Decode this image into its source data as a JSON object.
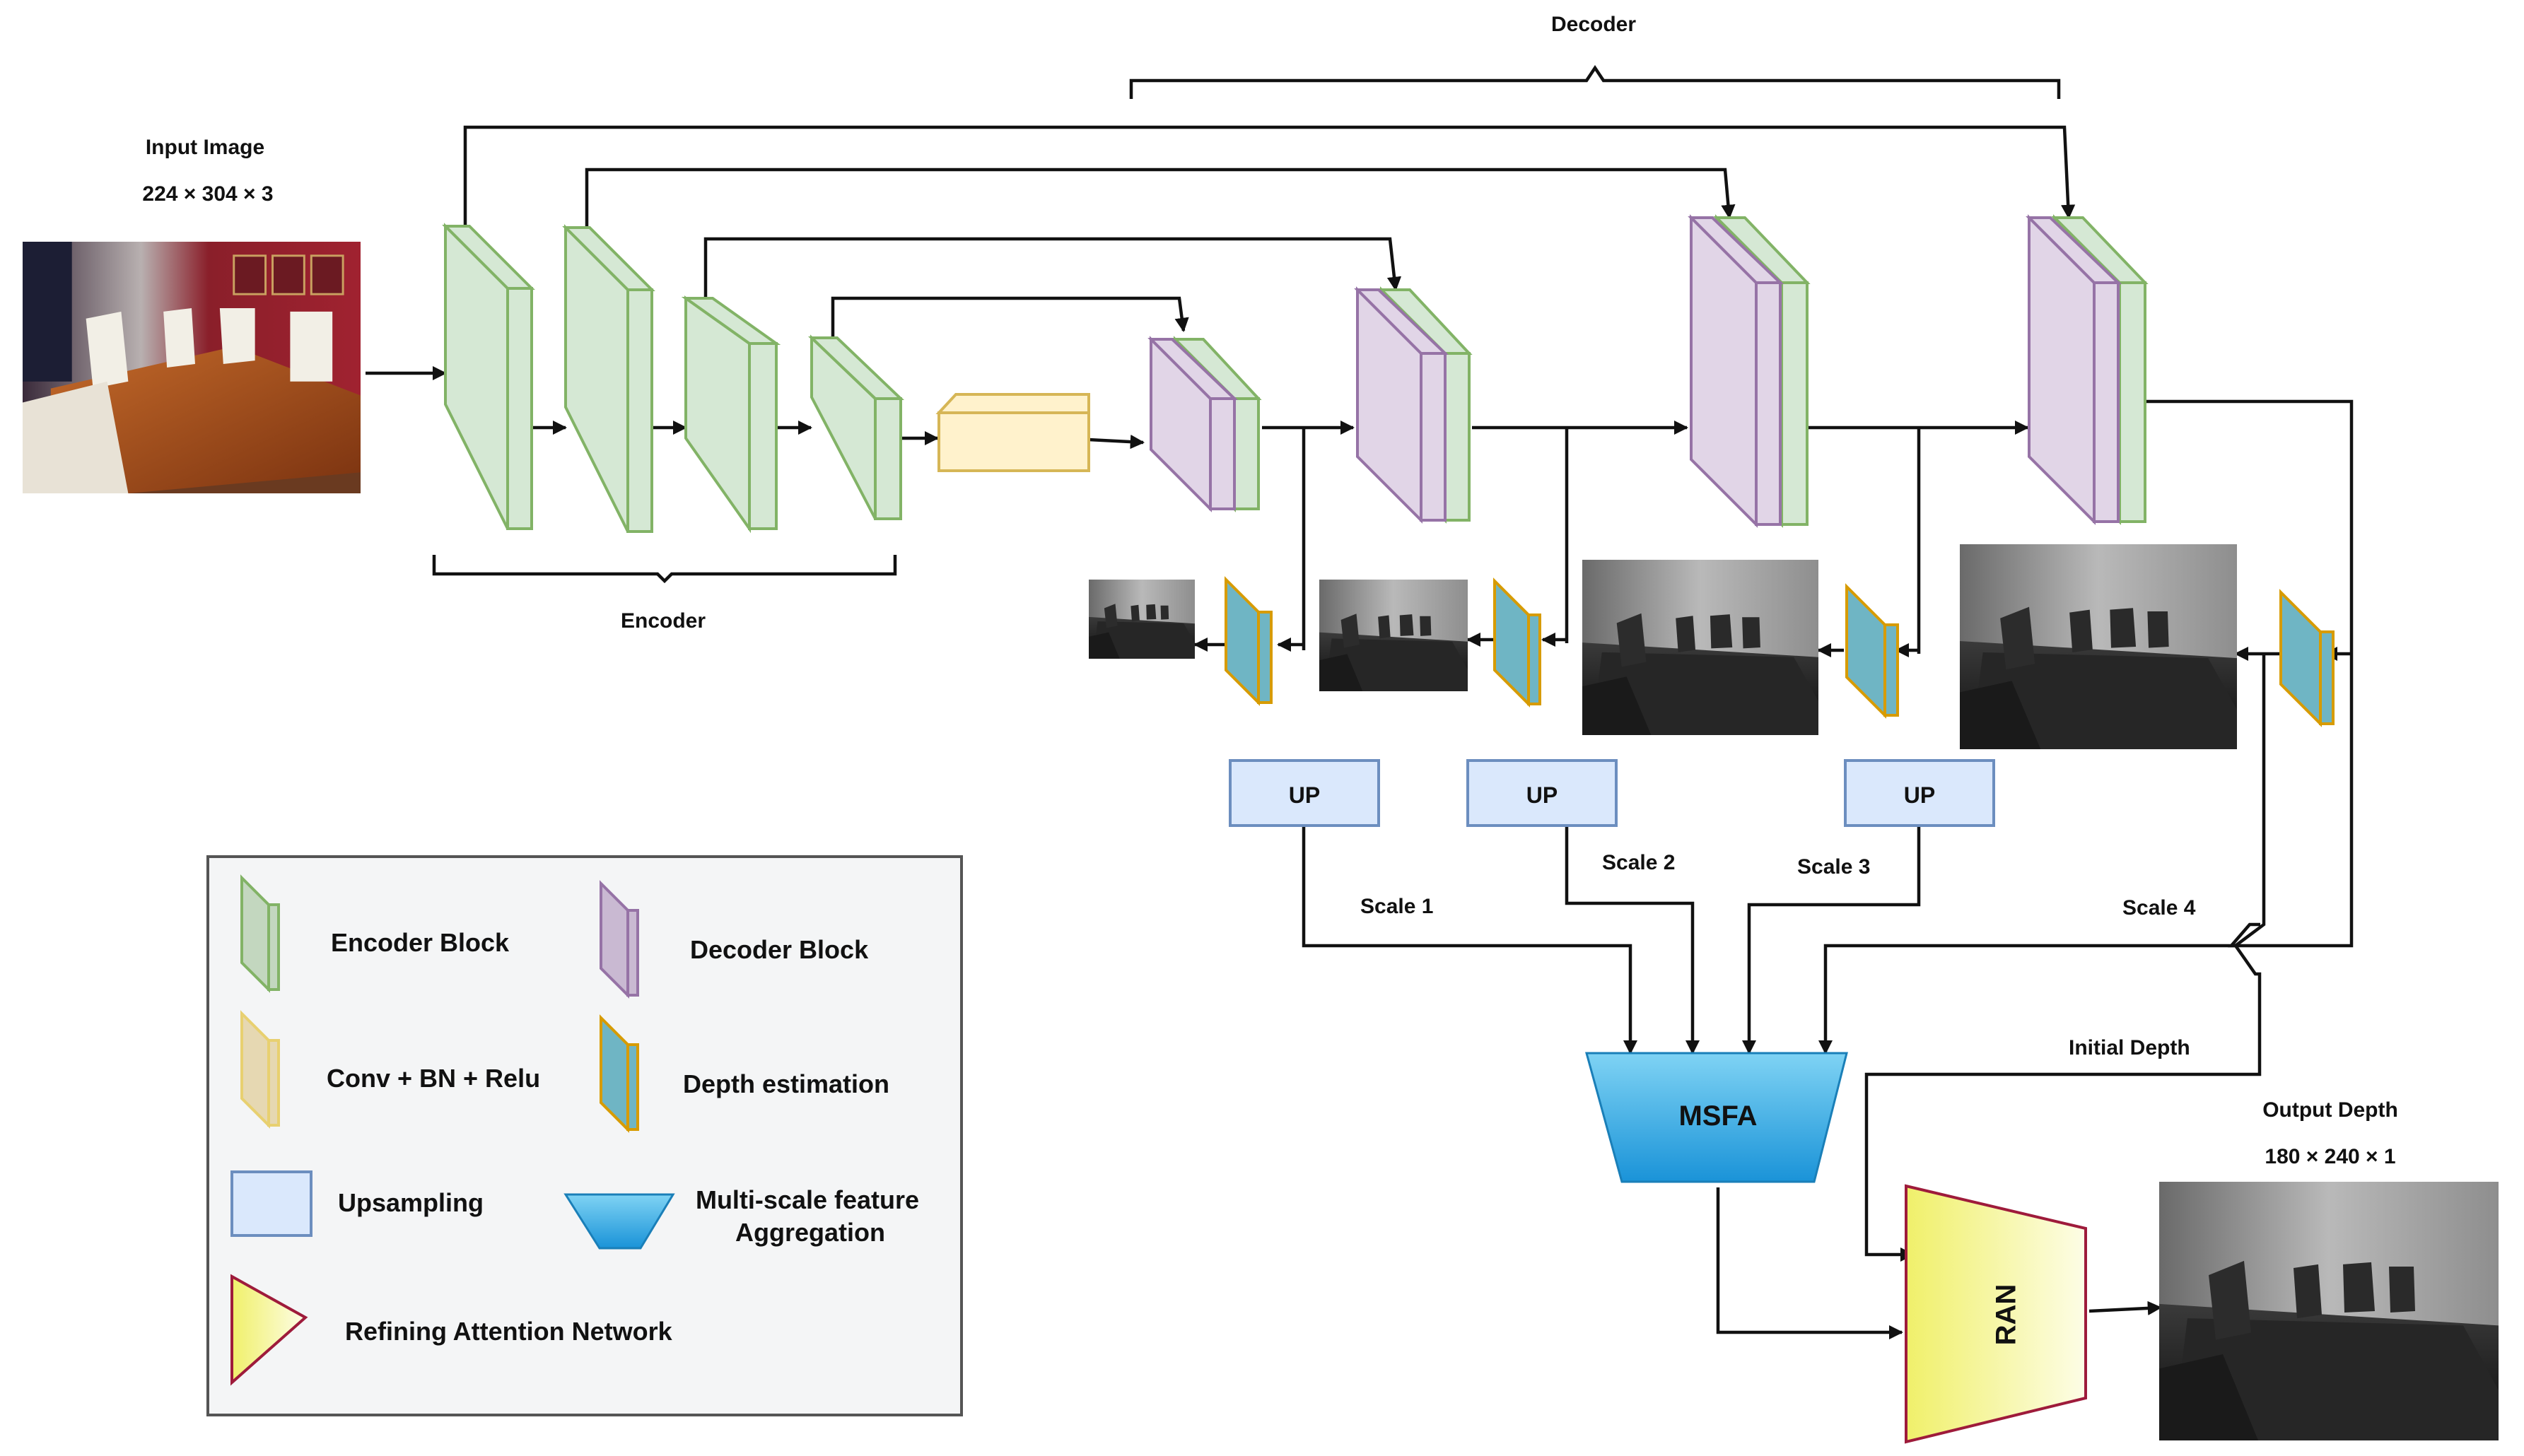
{
  "input": {
    "title": "Input Image",
    "dims": "224 × 304 × 3"
  },
  "output": {
    "title": "Output Depth",
    "dims": "180 × 240 × 1"
  },
  "labels": {
    "encoder": "Encoder",
    "decoder": "Decoder",
    "up": "UP",
    "msfa": "MSFA",
    "ran": "RAN",
    "initial_depth": "Initial Depth",
    "scale1": "Scale 1",
    "scale2": "Scale 2",
    "scale3": "Scale 3",
    "scale4": "Scale 4"
  },
  "legend": {
    "encoder_block": "Encoder Block",
    "decoder_block": "Decoder Block",
    "conv_bn_relu": "Conv + BN + Relu",
    "depth_estimation": "Depth estimation",
    "upsampling": "Upsampling",
    "msfa_line1": "Multi-scale feature",
    "msfa_line2": "Aggregation",
    "ran": "Refining Attention Network"
  },
  "colors": {
    "encoder_fill": "#d5e8d4",
    "encoder_stroke": "#82b366",
    "decoder_fill": "#e1d5e7",
    "decoder_stroke": "#9673a6",
    "conv_fill": "#fff2cc",
    "conv_stroke": "#d6b656",
    "depth_fill": "#6fb5c4",
    "depth_stroke": "#d79b00",
    "up_fill": "#dae8fc",
    "up_stroke": "#6c8ebf",
    "msfa_top": "#7fd3f4",
    "msfa_bottom": "#1a93d8",
    "ran_fill_left": "#f2f27a",
    "ran_fill_right": "#fdfde4",
    "ran_stroke": "#9e1b3b"
  }
}
